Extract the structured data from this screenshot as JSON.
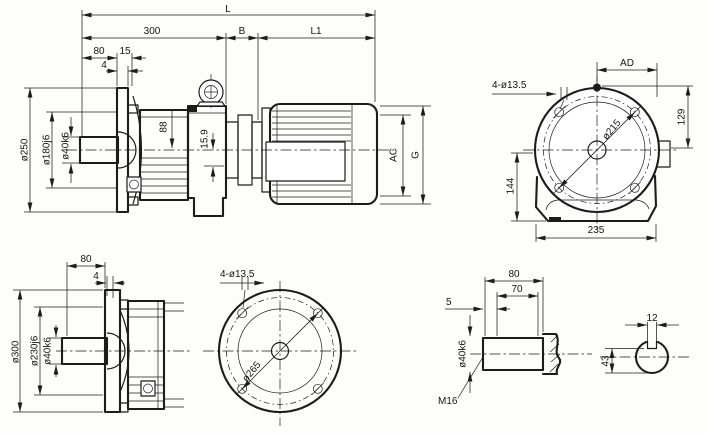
{
  "title": "Gear reducer dimensional drawing",
  "colors": {
    "ink": "#1c1c1c",
    "paper": "#fdfdfb"
  },
  "views": {
    "side": {
      "dims": {
        "L": "L",
        "len300": "300",
        "B": "B",
        "L1": "L1",
        "len80": "80",
        "len15": "15",
        "len4": "4",
        "dia250": "ø250",
        "dia180": "ø180j6",
        "dia40": "ø40k6",
        "h88": "88",
        "h159": "15.9",
        "AC": "AC",
        "G": "G"
      }
    },
    "motor_face": {
      "dims": {
        "holes": "4-ø13.5",
        "AD": "AD",
        "h129": "129",
        "dia215": "ø215",
        "h144": "144",
        "w235": "235"
      }
    },
    "input_flange": {
      "dims": {
        "len80": "80",
        "len4": "4",
        "dia300": "ø300",
        "dia230": "ø230j6",
        "dia40": "ø40k6"
      }
    },
    "flange_face": {
      "dims": {
        "holes": "4-ø13.5",
        "dia265": "ø265"
      }
    },
    "shaft_detail": {
      "dims": {
        "len80": "80",
        "len70": "70",
        "len5": "5",
        "dia40": "ø40k6",
        "thread": "M16"
      }
    },
    "key_section": {
      "dims": {
        "w12": "12",
        "h43": "43"
      }
    }
  }
}
